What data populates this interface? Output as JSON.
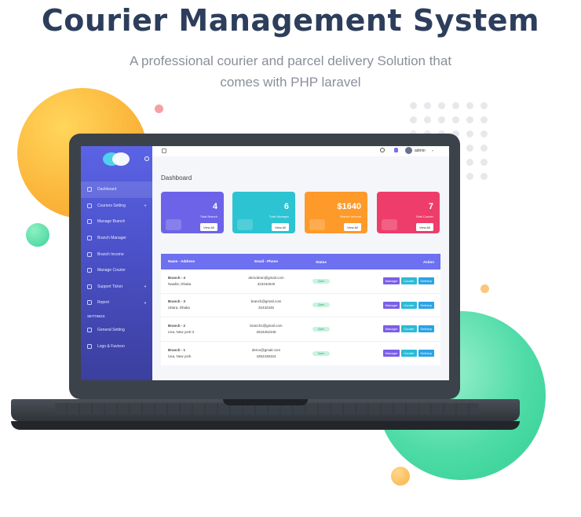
{
  "hero": {
    "title": "Courier Management System",
    "subtitle_line1": "A professional courier and parcel delivery Solution that",
    "subtitle_line2": "comes with PHP laravel"
  },
  "topbar": {
    "username": "admin"
  },
  "sidebar": {
    "items": [
      {
        "label": "Dashboard",
        "icon": "home-icon",
        "active": true,
        "has_chevron": false
      },
      {
        "label": "Couriers Setting",
        "icon": "settings-icon",
        "active": false,
        "has_chevron": true
      },
      {
        "label": "Manage Branch",
        "icon": "branch-icon",
        "active": false,
        "has_chevron": false
      },
      {
        "label": "Branch Manager",
        "icon": "user-icon",
        "active": false,
        "has_chevron": false
      },
      {
        "label": "Branch Income",
        "icon": "income-icon",
        "active": false,
        "has_chevron": false
      },
      {
        "label": "Manage Courier",
        "icon": "box-icon",
        "active": false,
        "has_chevron": false
      },
      {
        "label": "Support Ticket",
        "icon": "ticket-icon",
        "active": false,
        "has_chevron": true
      },
      {
        "label": "Report",
        "icon": "report-icon",
        "active": false,
        "has_chevron": true
      }
    ],
    "section_label": "SETTINGS",
    "settings_items": [
      {
        "label": "General Setting",
        "icon": "gear-icon"
      },
      {
        "label": "Logo & Favicon",
        "icon": "image-icon"
      }
    ]
  },
  "main": {
    "page_title": "Dashboard",
    "cards": [
      {
        "value": "4",
        "label": "Total Branch",
        "button": "View All",
        "color": "#6c63e8"
      },
      {
        "value": "6",
        "label": "Total Manager",
        "button": "View All",
        "color": "#2cc3d2"
      },
      {
        "value": "$1640",
        "label": "Branch Income",
        "button": "View All",
        "color": "#fd9a2a"
      },
      {
        "value": "7",
        "label": "Total Courier",
        "button": "View All",
        "color": "#ee3d6b"
      }
    ],
    "table": {
      "headers": {
        "name": "Name - Address",
        "email": "Email - Phone",
        "status": "Status",
        "action": "Action"
      },
      "rows": [
        {
          "name": "Branch - 4",
          "address": "Nawbir, Dhaka",
          "email": "demobran@gmail.com",
          "phone": "323432540",
          "status": "Open"
        },
        {
          "name": "Branch - 3",
          "address": "Uttara, Dhaka",
          "email": "branch@gmail.com",
          "phone": "32432345",
          "status": "Open"
        },
        {
          "name": "Branch - 2",
          "address": "Usa, New york-2",
          "email": "branch1@gmail.com",
          "phone": "2534252345",
          "status": "Open"
        },
        {
          "name": "Branch - 1",
          "address": "Usa, New york",
          "email": "demo@gmail.com",
          "phone": "4352435324",
          "status": "Open"
        }
      ],
      "actions": {
        "manager": "Manager",
        "courier": "Courier",
        "delivery": "Delivery"
      }
    }
  },
  "colors": {
    "title": "#2d3e5c",
    "sidebar": "#5b63e6",
    "table_header": "#6d70f0"
  }
}
